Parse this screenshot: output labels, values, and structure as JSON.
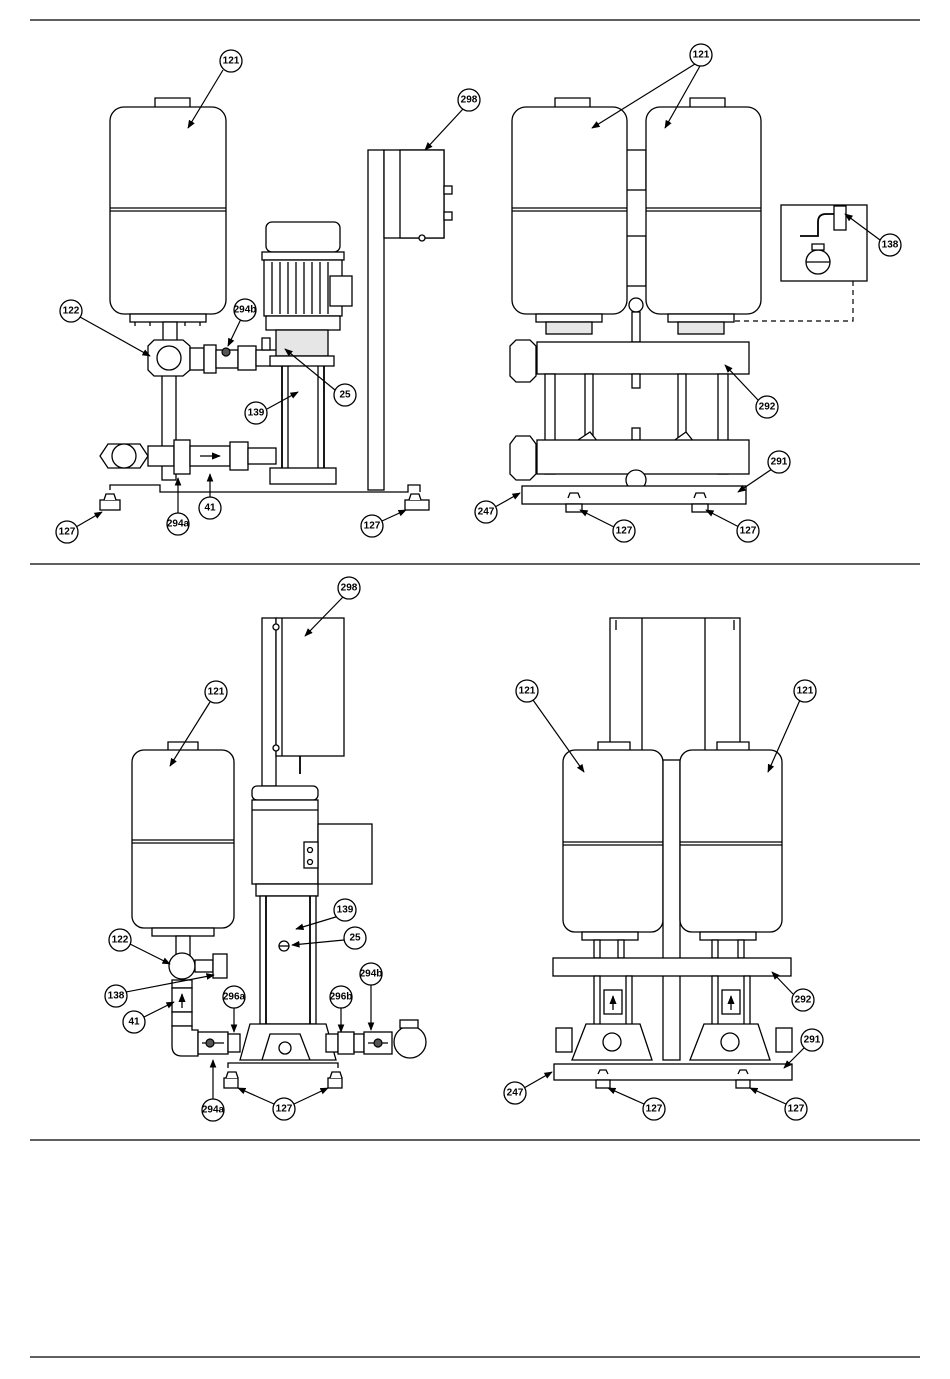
{
  "callouts": {
    "c121": "121",
    "c122": "122",
    "c294b": "294b",
    "c25": "25",
    "c139": "139",
    "c294a": "294a",
    "c41": "41",
    "c127": "127",
    "c298": "298",
    "c138": "138",
    "c292": "292",
    "c291": "291",
    "c247": "247",
    "c296a": "296a",
    "c296b": "296b"
  }
}
